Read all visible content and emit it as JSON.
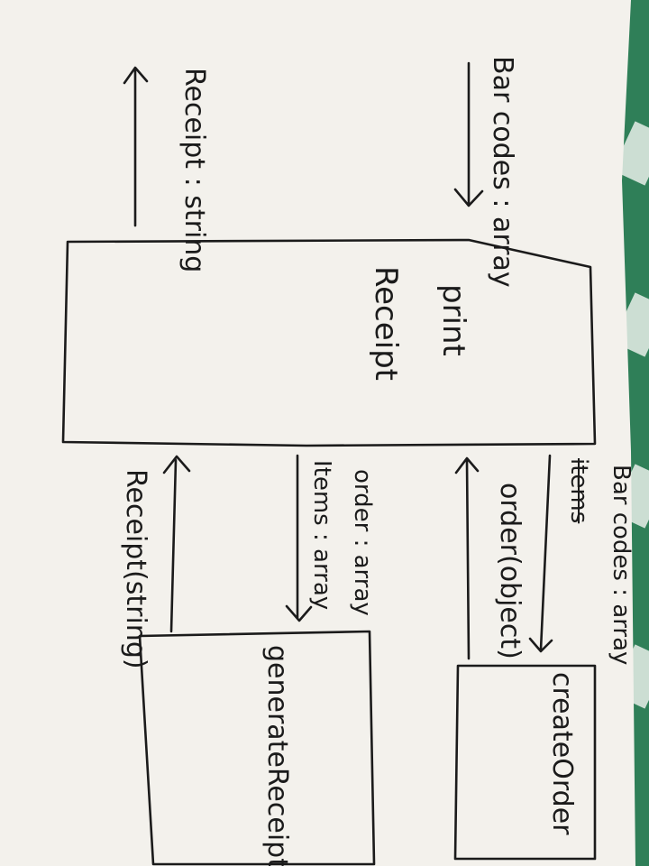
{
  "diagram": {
    "main_box": {
      "label_line1": "print",
      "label_line2": "Receipt",
      "input": "Bar codes : array",
      "output": "Receipt : string"
    },
    "create_order_box": {
      "label": "createOrder",
      "input": "Bar codes : array",
      "input_struck": "items",
      "output": "order(object)"
    },
    "generate_receipt_box": {
      "label": "generateReceipt",
      "input_line1": "order : array",
      "input_line2": "Items : array",
      "output": "Receipt(string)"
    }
  },
  "colors": {
    "paper": "#f3f1ec",
    "ink": "#1b1b1b",
    "background": "#2f7f58"
  }
}
